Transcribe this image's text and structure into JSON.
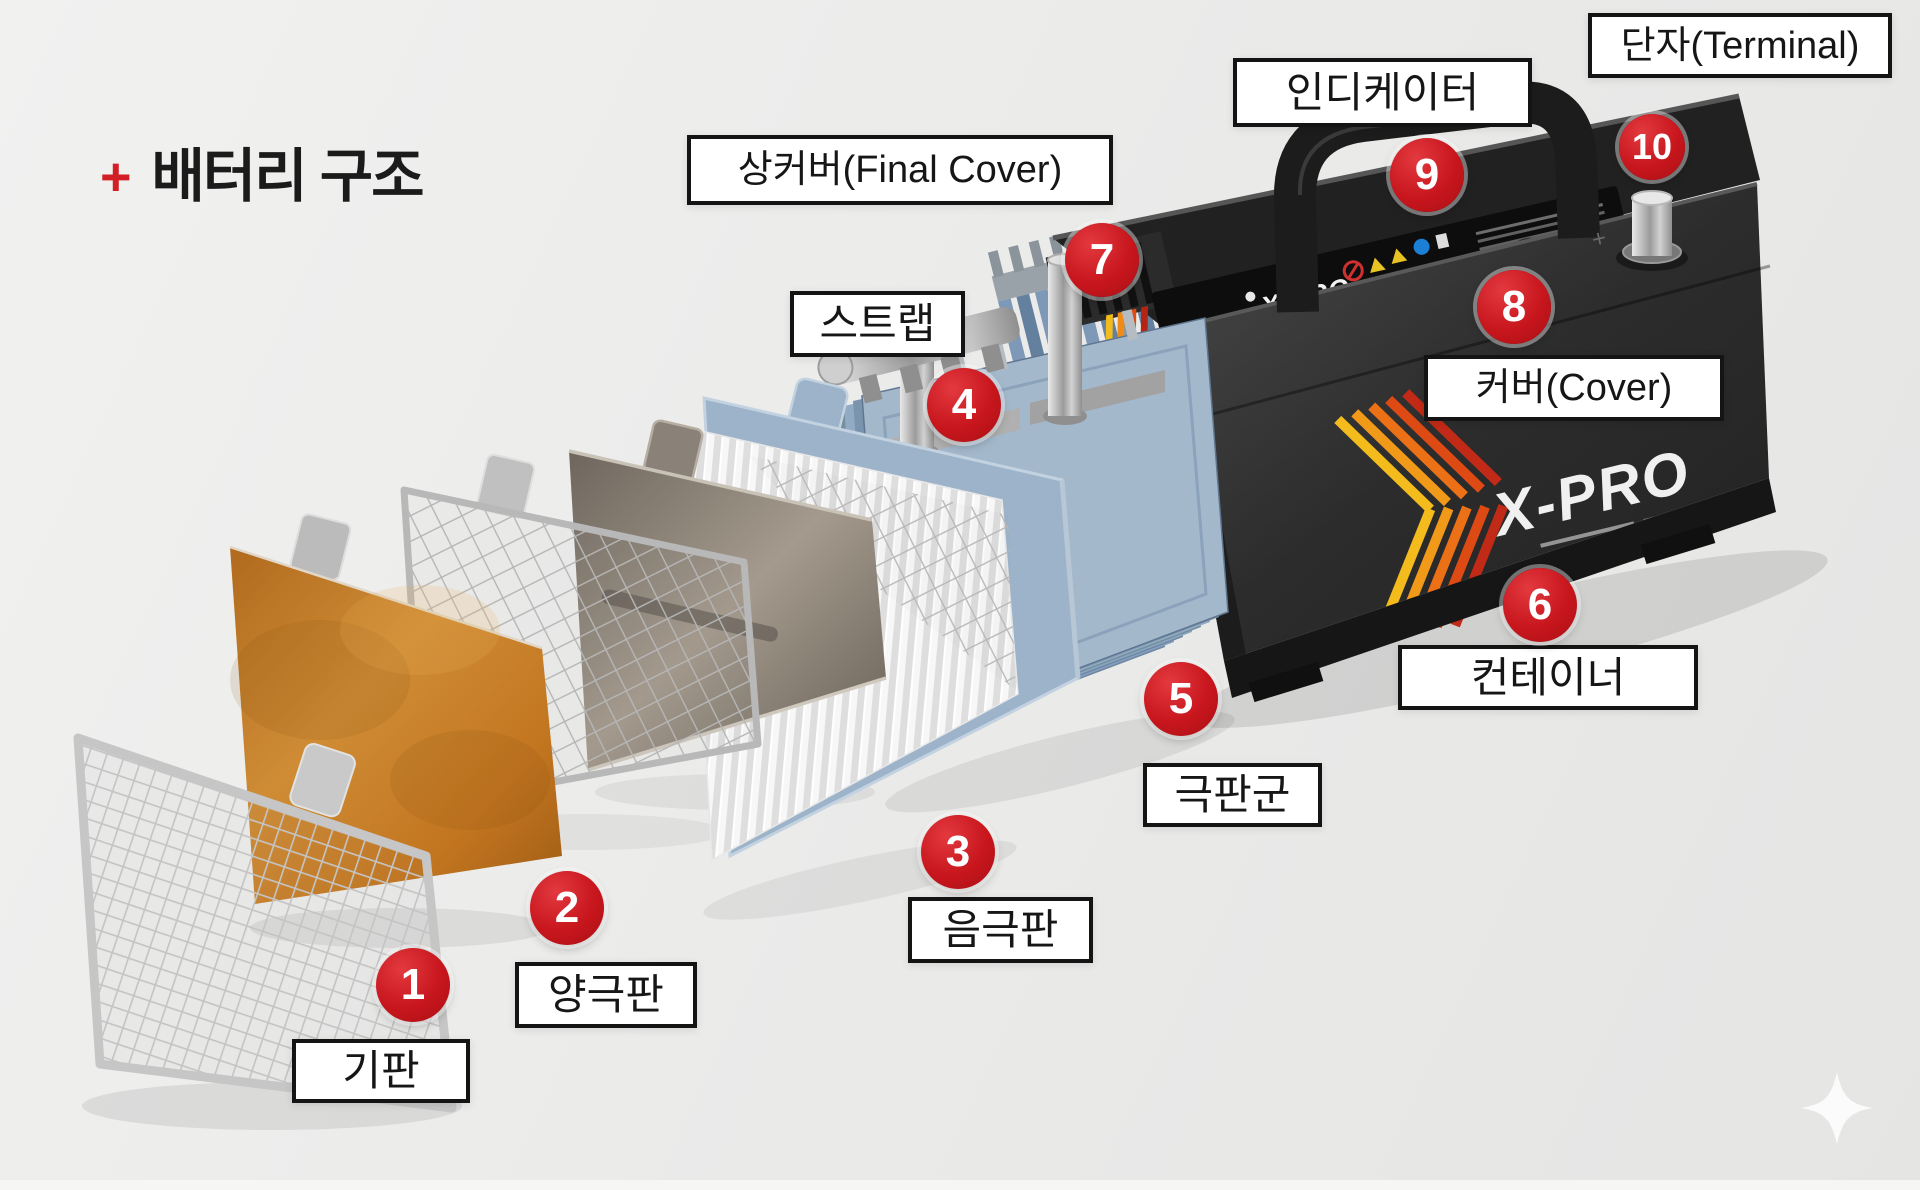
{
  "title": {
    "prefix": "+",
    "text": "배터리 구조"
  },
  "battery": {
    "brand": "X-PRO"
  },
  "parts": [
    {
      "num": "1",
      "label": "기판"
    },
    {
      "num": "2",
      "label": "양극판"
    },
    {
      "num": "3",
      "label": "음극판"
    },
    {
      "num": "4",
      "label": "스트랩"
    },
    {
      "num": "5",
      "label": "극판군"
    },
    {
      "num": "6",
      "label": "컨테이너"
    },
    {
      "num": "7",
      "label": "상커버(Final Cover)"
    },
    {
      "num": "8",
      "label": "커버(Cover)"
    },
    {
      "num": "9",
      "label": "인디케이터"
    },
    {
      "num": "10",
      "label": "단자(Terminal)"
    }
  ],
  "colors": {
    "badge_red": "#c8161d",
    "label_border": "#141414",
    "background": "#eaeaea",
    "positive_plate_orange": "#c07425",
    "cell_blue": "#9cb3c9",
    "chevron_orange": "#ec7116",
    "indicator_green": "#2fc13a",
    "title_plus_red": "#d21f26"
  }
}
